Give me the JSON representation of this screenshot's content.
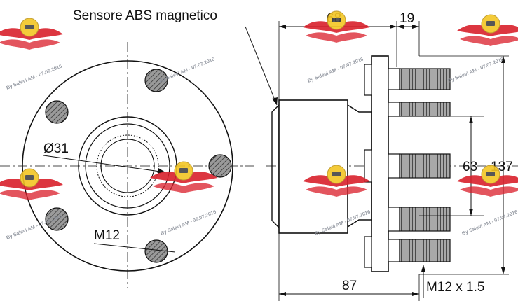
{
  "labels": {
    "abs_sensor": "Sensore ABS magnetico",
    "bore_diameter": "Ø31",
    "front_thread": "M12",
    "thread_spec": "M12 x 1.5"
  },
  "dimensions": {
    "width_68": "68",
    "width_19": "19",
    "pcd_63": "63",
    "flange_137": "137",
    "overall_87": "87"
  },
  "watermark": {
    "text": "By Salevi AM - 07.07.2016",
    "color": "#d9202b"
  },
  "colors": {
    "line": "#111111",
    "bolt_fill": "#7a7a7a",
    "logo_red": "#d9202b",
    "logo_yellow": "#f3c623"
  }
}
